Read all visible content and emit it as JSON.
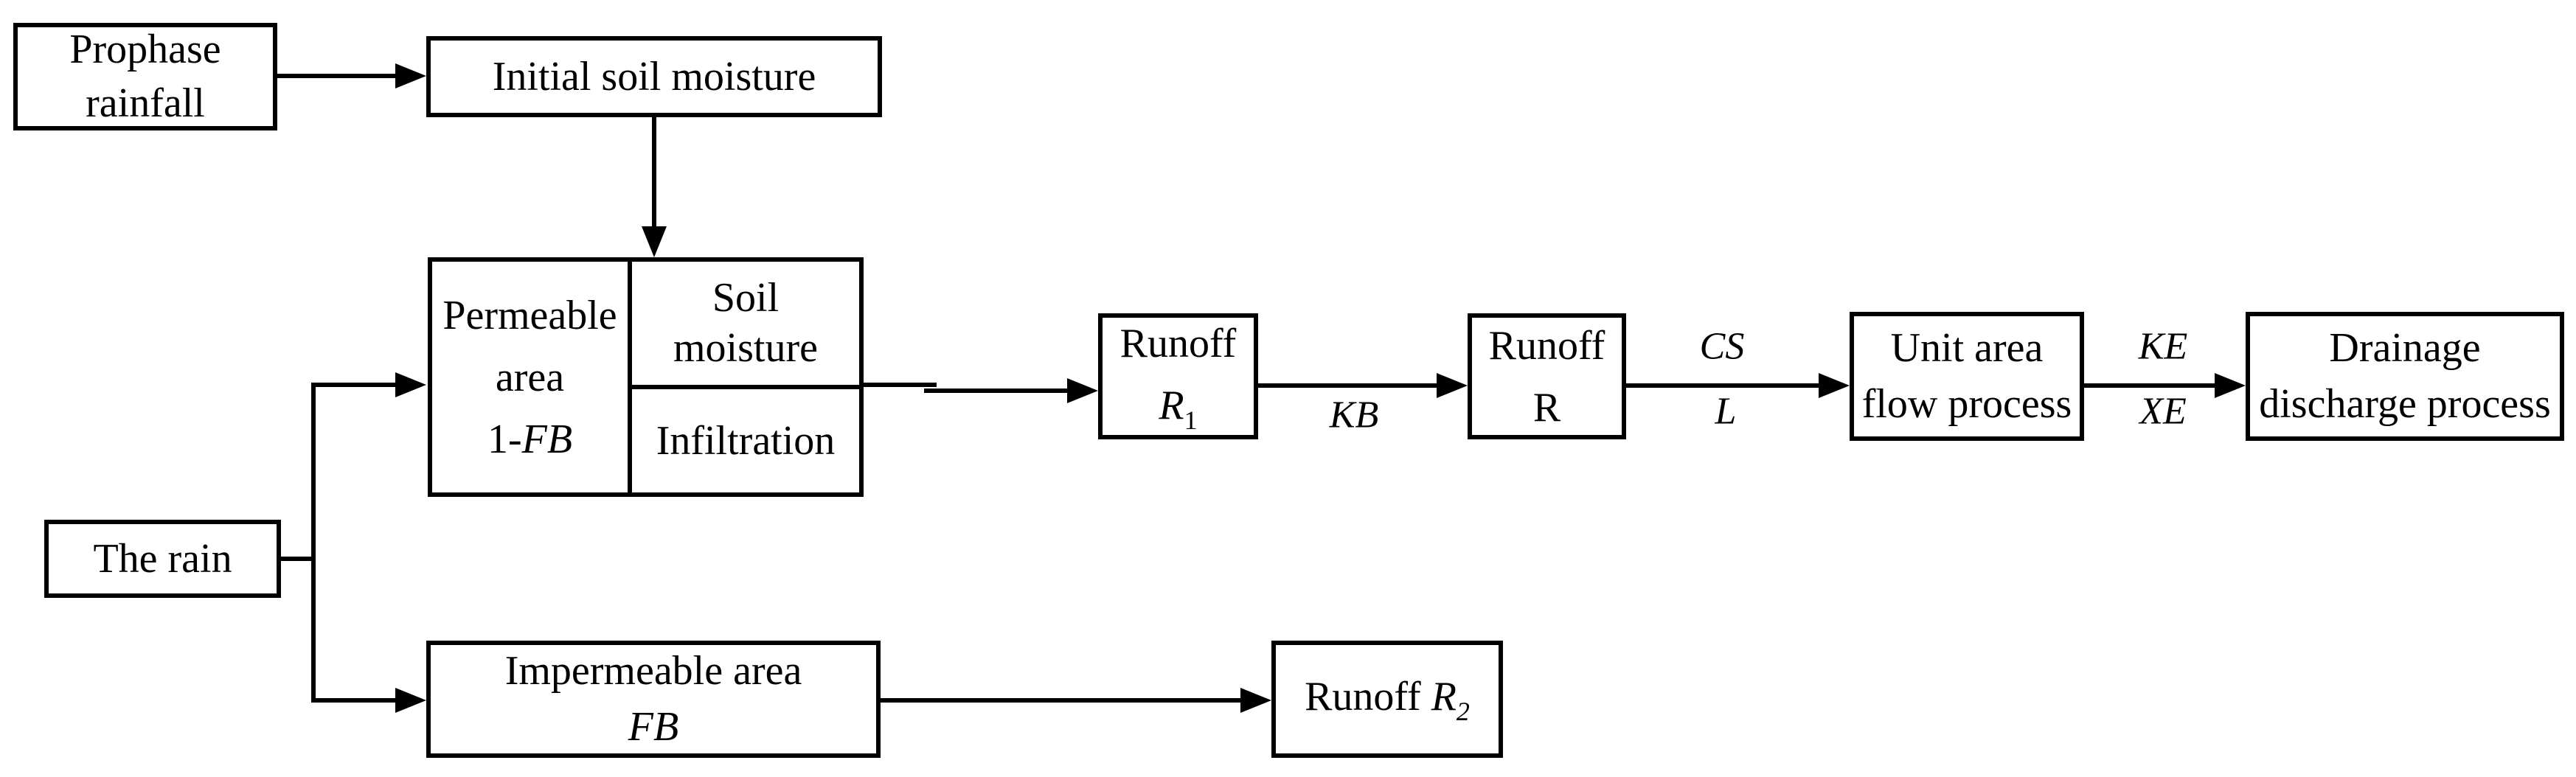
{
  "diagram": {
    "boxes": {
      "prophase_rainfall": {
        "line1": "Prophase",
        "line2": "rainfall"
      },
      "initial_soil_moisture": {
        "label": "Initial soil moisture"
      },
      "permeable_area": {
        "line1": "Permeable",
        "line2": "area",
        "line3_prefix": "1-",
        "line3_symbol": "FB"
      },
      "soil_moisture": {
        "line1": "Soil",
        "line2": "moisture"
      },
      "infiltration": {
        "label": "Infiltration"
      },
      "runoff_r1": {
        "word": "Runoff",
        "symbol": "R",
        "subscript": "1"
      },
      "runoff_r": {
        "word": "Runoff",
        "symbol": "R"
      },
      "unit_area_flow": {
        "line1": "Unit area",
        "line2": "flow process"
      },
      "drainage_discharge": {
        "line1": "Drainage",
        "line2": "discharge process"
      },
      "the_rain": {
        "label": "The rain"
      },
      "impermeable_area": {
        "line1": "Impermeable area",
        "symbol": "FB"
      },
      "runoff_r2": {
        "word": "Runoff",
        "symbol": "R",
        "subscript": "2"
      }
    },
    "edge_labels": {
      "kb": "KB",
      "cs": "CS",
      "l": "L",
      "ke": "KE",
      "xe": "XE"
    },
    "colors": {
      "line": "#000000",
      "background": "#ffffff",
      "box_fill": "#ffffff"
    }
  }
}
